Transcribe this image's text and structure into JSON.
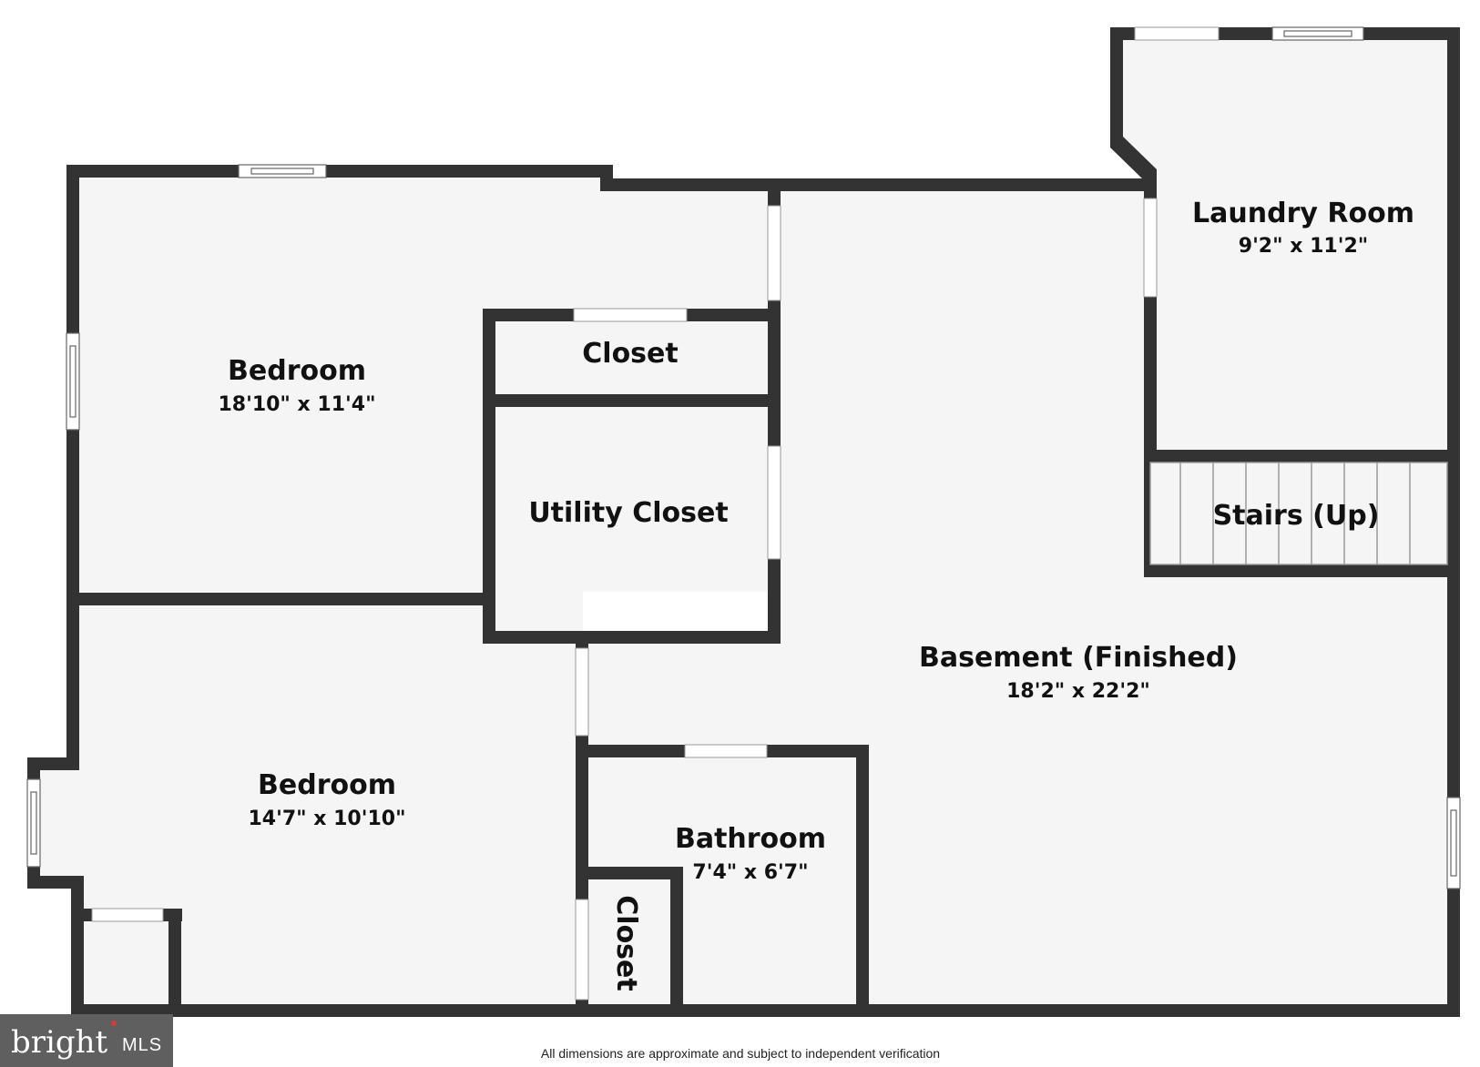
{
  "rooms": {
    "bedroom_upper": {
      "name": "Bedroom",
      "dims": "18'10\" x 11'4\""
    },
    "closet_top": {
      "name": "Closet"
    },
    "utility_closet": {
      "name": "Utility Closet"
    },
    "laundry_room": {
      "name": "Laundry Room",
      "dims": "9'2\" x 11'2\""
    },
    "stairs": {
      "name": "Stairs (Up)"
    },
    "basement": {
      "name": "Basement (Finished)",
      "dims": "18'2\" x 22'2\""
    },
    "bedroom_lower": {
      "name": "Bedroom",
      "dims": "14'7\" x 10'10\""
    },
    "bathroom": {
      "name": "Bathroom",
      "dims": "7'4\" x 6'7\""
    },
    "closet_bath": {
      "name": "Closet"
    }
  },
  "footer": {
    "note": "All dimensions are approximate and subject to independent verification"
  },
  "logo": {
    "word": "bright",
    "suffix": "MLS"
  },
  "colors": {
    "wall": "#333333",
    "floor": "#f5f5f5",
    "opening": "#ffffff",
    "logo_bg": "#5f5f5f",
    "logo_accent": "#d9393a"
  }
}
